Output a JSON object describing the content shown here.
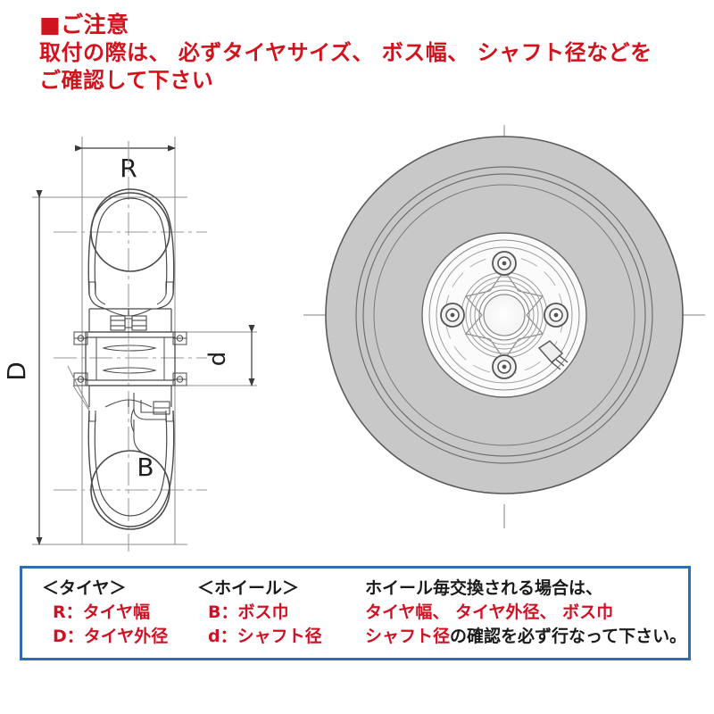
{
  "notice": {
    "bullet": "■",
    "title": "■ご注意",
    "line1": "取付の際は、 必ずタイヤサイズ、 ボス幅、 シャフト径などを",
    "line2": "ご確認して下さい",
    "color": "#D0141E"
  },
  "diagram": {
    "section_view": {
      "dimension_labels": {
        "R": "R",
        "D": "D",
        "d": "d",
        "B": "B"
      }
    },
    "front_view": {
      "bolt_hole_count": 4
    },
    "colors": {
      "tire_gray": "#C8C8C8",
      "outline": "#4a4a4a",
      "centerline": "#9a9a9a"
    }
  },
  "legend": {
    "border_color": "#2E6DB4",
    "col_tire": {
      "header": "＜タイヤ＞",
      "rows": [
        "R：タイヤ幅",
        "D：タイヤ外径"
      ]
    },
    "col_wheel": {
      "header": "＜ホイール＞",
      "rows": [
        "B：ボス巾",
        "d：シャフト径"
      ]
    },
    "col_note": {
      "line1": "ホイール毎交換される場合は、",
      "line2": "タイヤ幅、 タイヤ外径、 ボス巾",
      "line3_red": "シャフト径",
      "line3_black": "の確認を必ず行なって下さい。"
    }
  }
}
